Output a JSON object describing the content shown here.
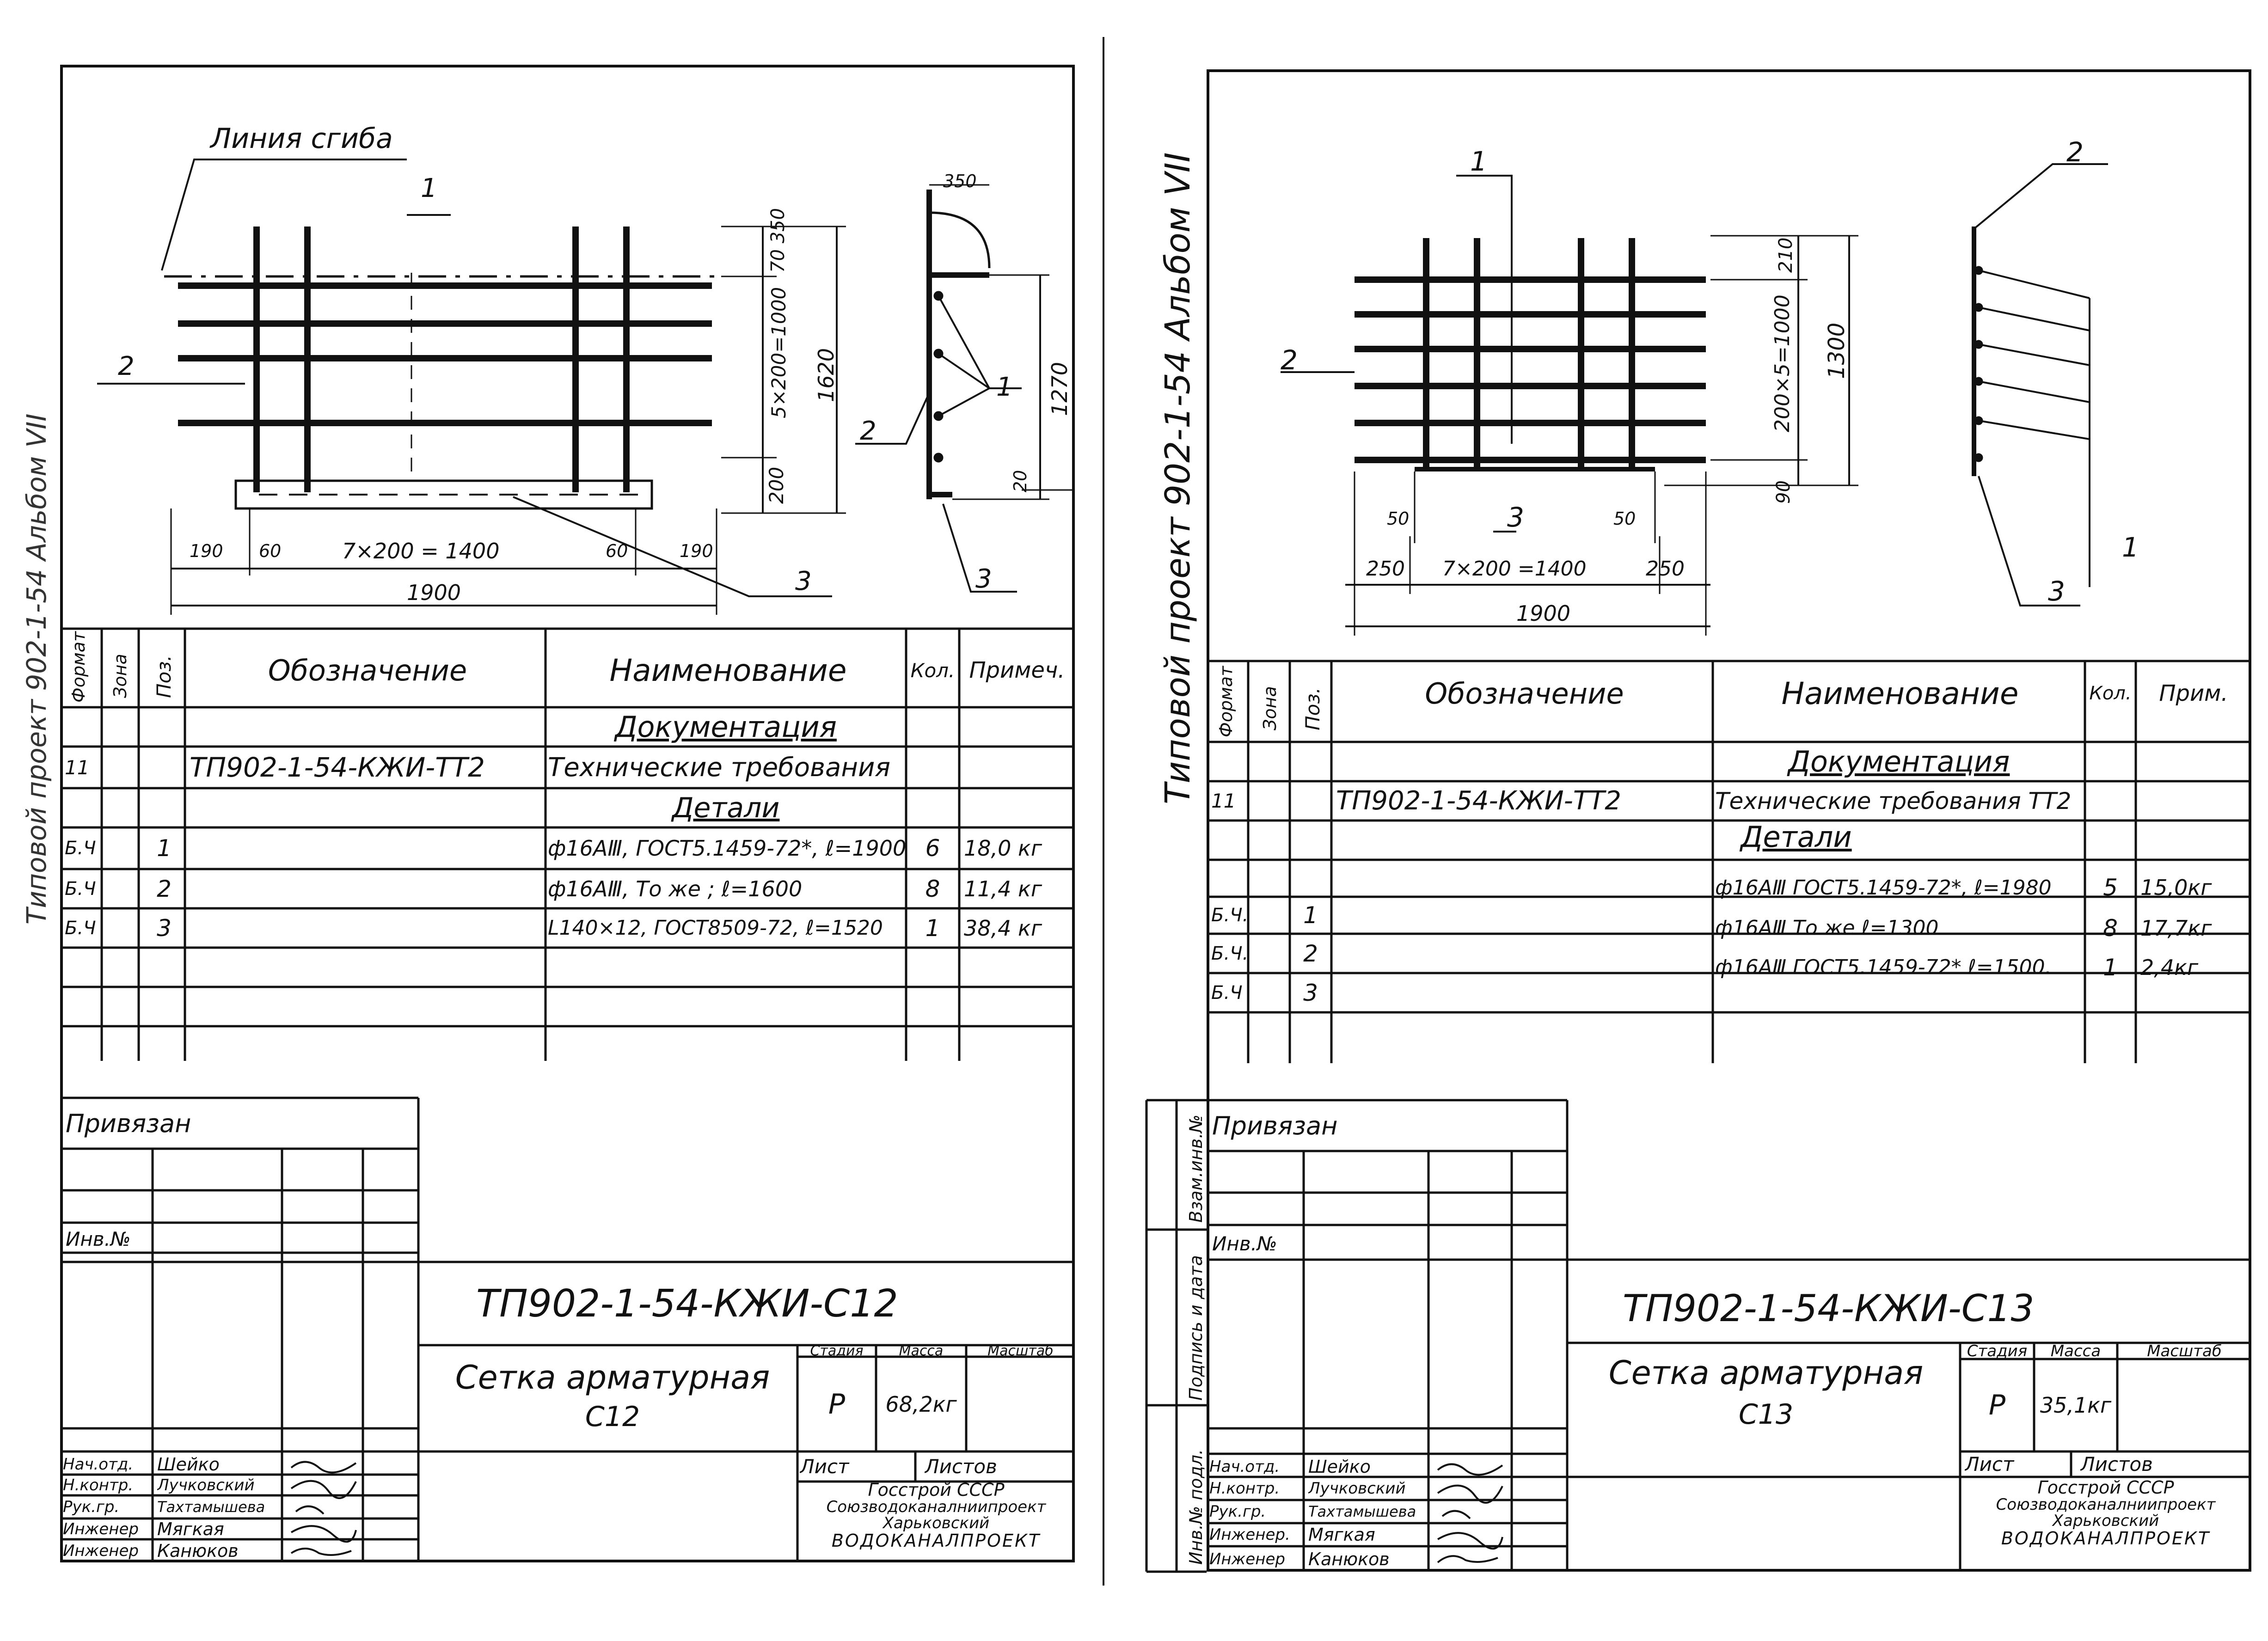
{
  "left": {
    "album_margin": "Типовой проект 902-1-54 Альбом VII",
    "drawing": {
      "bend_line_label": "Линия сгиба",
      "callout_1": "1",
      "callout_2": "2",
      "callout_3": "3",
      "dim_5x200": "5×200=1000",
      "dim_70_350": "70 350",
      "dim_1620": "1620",
      "dim_200": "200",
      "dim_190_l": "190",
      "dim_60_l": "60",
      "dim_7x200": "7×200 = 1400",
      "dim_60_r": "60",
      "dim_190_r": "190",
      "dim_1900": "1900",
      "section_350": "350",
      "section_1270": "1270",
      "section_20": "20",
      "section_1": "1",
      "section_2": "2",
      "section_3": "3"
    },
    "spec": {
      "headers": {
        "format": "Формат",
        "zone": "Зона",
        "pos": "Поз.",
        "designation": "Обозначение",
        "name": "Наименование",
        "qty": "Кол.",
        "note": "Примеч."
      },
      "section_docs": "Документация",
      "section_parts": "Детали",
      "rows": [
        {
          "format": "11",
          "zone": "",
          "pos": "",
          "designation": "ТП902-1-54-КЖИ-ТТ2",
          "name": "Технические требования",
          "qty": "",
          "note": ""
        },
        {
          "format": "Б.Ч",
          "zone": "",
          "pos": "1",
          "designation": "",
          "name": "ф16АⅢ, ГОСТ5.1459-72*, ℓ=1900",
          "qty": "6",
          "note": "18,0 кг"
        },
        {
          "format": "Б.Ч",
          "zone": "",
          "pos": "2",
          "designation": "",
          "name": "ф16АⅢ,  То же  ;  ℓ=1600",
          "qty": "8",
          "note": "11,4 кг"
        },
        {
          "format": "Б.Ч",
          "zone": "",
          "pos": "3",
          "designation": "",
          "name": "L140×12, ГОСТ8509-72,  ℓ=1520",
          "qty": "1",
          "note": "38,4 кг"
        }
      ]
    },
    "title_block": {
      "attached": "Привязан",
      "inv_no": "Инв.№",
      "code": "ТП902-1-54-КЖИ-С12",
      "name_line1": "Сетка арматурная",
      "name_line2": "С12",
      "stage_label": "Стадия",
      "mass_label": "Масса",
      "scale_label": "Масштаб",
      "stage": "Р",
      "mass": "68,2кг",
      "sheet_label": "Лист",
      "sheets_label": "Листов",
      "org_line1": "Госстрой СССР",
      "org_line2": "Союзводоканалниипроект",
      "org_line3": "Харьковский",
      "org_line4": "ВОДОКАНАЛПРОЕКТ",
      "roles": [
        {
          "role": "Нач.отд.",
          "name": "Шейко"
        },
        {
          "role": "Н.контр.",
          "name": "Лучковский"
        },
        {
          "role": "Рук.гр.",
          "name": "Тахтамышева"
        },
        {
          "role": "Инженер",
          "name": "Мягкая"
        },
        {
          "role": "Инженер",
          "name": "Канюков"
        }
      ]
    }
  },
  "right": {
    "album_margin": "Типовой проект 902-1-54     Альбом VII",
    "drawing": {
      "callout_1": "1",
      "callout_2": "2",
      "callout_3": "3",
      "dim_210": "210",
      "dim_200x5": "200×5=1000",
      "dim_1300": "1300",
      "dim_90": "90",
      "dim_50_l": "50",
      "dim_50_r": "50",
      "dim_250_l": "250",
      "dim_7x200": "7×200 =1400",
      "dim_250_r": "250",
      "dim_1900": "1900",
      "section_1": "1",
      "section_2": "2",
      "section_3": "3"
    },
    "spec": {
      "headers": {
        "format": "Формат",
        "zone": "Зона",
        "pos": "Поз.",
        "designation": "Обозначение",
        "name": "Наименование",
        "qty": "Кол.",
        "note": "Прим."
      },
      "section_docs": "Документация",
      "section_parts": "Детали",
      "rows": [
        {
          "format": "11",
          "zone": "",
          "pos": "",
          "designation": "ТП902-1-54-КЖИ-ТТ2",
          "name": "Технические требования ТТ2",
          "qty": "",
          "note": ""
        },
        {
          "format": "Б.Ч.",
          "zone": "",
          "pos": "1",
          "designation": "",
          "name": "ф16АⅢ ГОСТ5.1459-72*, ℓ=1980",
          "qty": "5",
          "note": "15,0кг"
        },
        {
          "format": "Б.Ч.",
          "zone": "",
          "pos": "2",
          "designation": "",
          "name": "ф16АⅢ   То же      ℓ=1300",
          "qty": "8",
          "note": "17,7кг"
        },
        {
          "format": "Б.Ч",
          "zone": "",
          "pos": "3",
          "designation": "",
          "name": "ф16АⅢ ГОСТ5.1459-72* ℓ=1500.",
          "qty": "1",
          "note": "2,4кг"
        }
      ]
    },
    "title_block": {
      "attached": "Привязан",
      "inv_no": "Инв.№",
      "margin_1": "Взам.инв.№",
      "margin_2": "Подпись и дата",
      "margin_3": "Инв.№ подл.",
      "code": "ТП902-1-54-КЖИ-С13",
      "name_line1": "Сетка арматурная",
      "name_line2": "С13",
      "stage_label": "Стадия",
      "mass_label": "Масса",
      "scale_label": "Масштаб",
      "stage": "Р",
      "mass": "35,1кг",
      "sheet_label": "Лист",
      "sheets_label": "Листов",
      "org_line1": "Госстрой СССР",
      "org_line2": "Союзводоканалниипроект",
      "org_line3": "Харьковский",
      "org_line4": "ВОДОКАНАЛПРОЕКТ",
      "roles": [
        {
          "role": "Нач.отд.",
          "name": "Шейко"
        },
        {
          "role": "Н.контр.",
          "name": "Лучковский"
        },
        {
          "role": "Рук.гр.",
          "name": "Тахтамышева"
        },
        {
          "role": "Инженер.",
          "name": "Мягкая"
        },
        {
          "role": "Инженер",
          "name": "Канюков"
        }
      ]
    }
  }
}
